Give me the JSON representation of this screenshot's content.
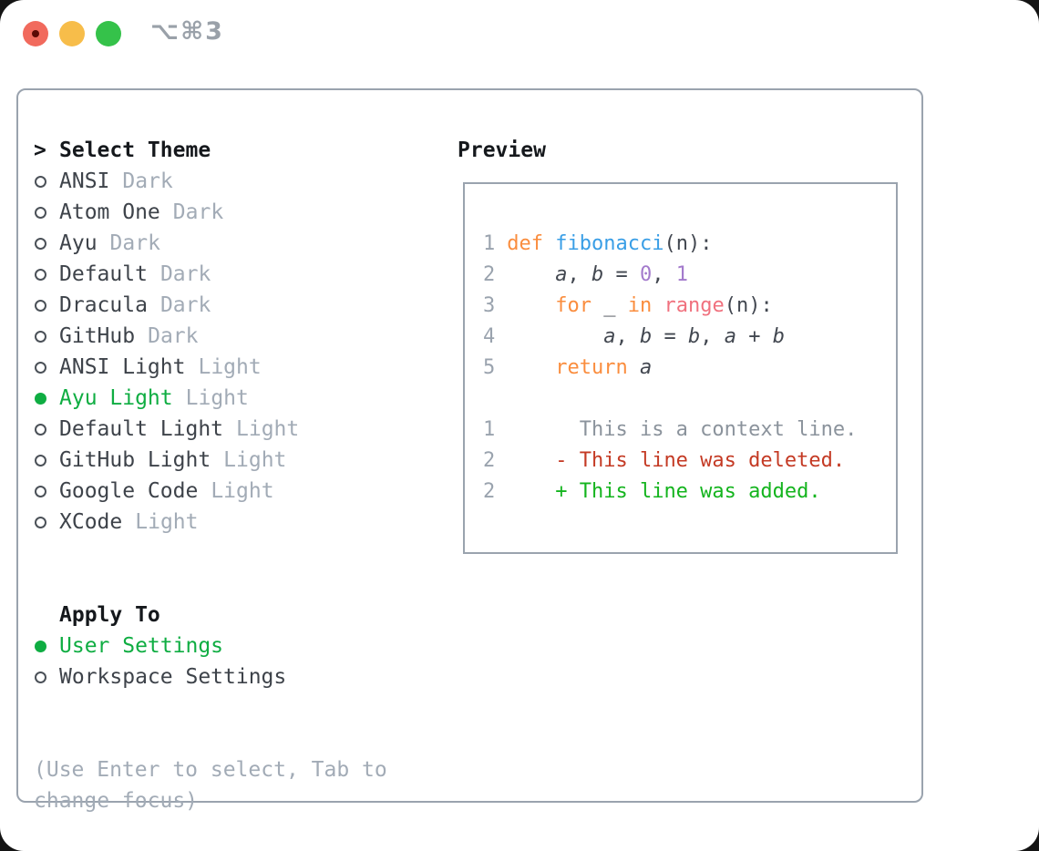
{
  "window": {
    "shortcut_label": "⌥⌘3"
  },
  "colors": {
    "accent_green": "#0fad42",
    "keyword_orange": "#fa8d3e",
    "function_blue": "#399ee6",
    "number_purple": "#a37acc",
    "call_coral": "#f0717e",
    "diff_red": "#c43a24",
    "diff_green": "#14b41e",
    "muted_gray": "#a2abb6",
    "border_gray": "#9aa3ae",
    "traffic_red": "#f16a5d",
    "traffic_yellow": "#f7bd4a",
    "traffic_green": "#35c24a"
  },
  "theme_list": {
    "caret": ">",
    "header": "Select Theme",
    "items": [
      {
        "name": "ANSI",
        "tag": "Dark",
        "selected": false
      },
      {
        "name": "Atom One",
        "tag": "Dark",
        "selected": false
      },
      {
        "name": "Ayu",
        "tag": "Dark",
        "selected": false
      },
      {
        "name": "Default",
        "tag": "Dark",
        "selected": false
      },
      {
        "name": "Dracula",
        "tag": "Dark",
        "selected": false
      },
      {
        "name": "GitHub",
        "tag": "Dark",
        "selected": false
      },
      {
        "name": "ANSI Light",
        "tag": "Light",
        "selected": false
      },
      {
        "name": "Ayu Light",
        "tag": "Light",
        "selected": true
      },
      {
        "name": "Default Light",
        "tag": "Light",
        "selected": false
      },
      {
        "name": "GitHub Light",
        "tag": "Light",
        "selected": false
      },
      {
        "name": "Google Code",
        "tag": "Light",
        "selected": false
      },
      {
        "name": "XCode",
        "tag": "Light",
        "selected": false
      }
    ]
  },
  "apply_to": {
    "header": "Apply To",
    "items": [
      {
        "label": "User Settings",
        "selected": true
      },
      {
        "label": "Workspace Settings",
        "selected": false
      }
    ]
  },
  "hint": "(Use Enter to select, Tab to change focus)",
  "preview": {
    "header": "Preview",
    "lines": {
      "l1": {
        "num": "1",
        "s1": "def ",
        "s2": "fibonacci",
        "s3": "(n):"
      },
      "l2": {
        "num": "2",
        "s1": "    ",
        "s2": "a",
        "s3": ", ",
        "s4": "b",
        "s5": " = ",
        "s6": "0",
        "s7": ", ",
        "s8": "1"
      },
      "l3": {
        "num": "3",
        "s1": "    ",
        "s2": "for",
        "s3": " _ ",
        "s4": "in",
        "s5": " ",
        "s6": "range",
        "s7": "(n):"
      },
      "l4": {
        "num": "4",
        "s1": "        ",
        "s2": "a",
        "s3": ", ",
        "s4": "b",
        "s5": " = ",
        "s6": "b",
        "s7": ", ",
        "s8": "a",
        "s9": " + ",
        "s10": "b"
      },
      "l5": {
        "num": "5",
        "s1": "    ",
        "s2": "return",
        "s3": " ",
        "s4": "a"
      },
      "ctx": {
        "num": "1",
        "s1": "      This is a context line."
      },
      "del": {
        "num": "2",
        "s1": "    ",
        "s2": "- This line was deleted."
      },
      "add": {
        "num": "2",
        "s1": "    ",
        "s2": "+ This line was added."
      }
    }
  }
}
